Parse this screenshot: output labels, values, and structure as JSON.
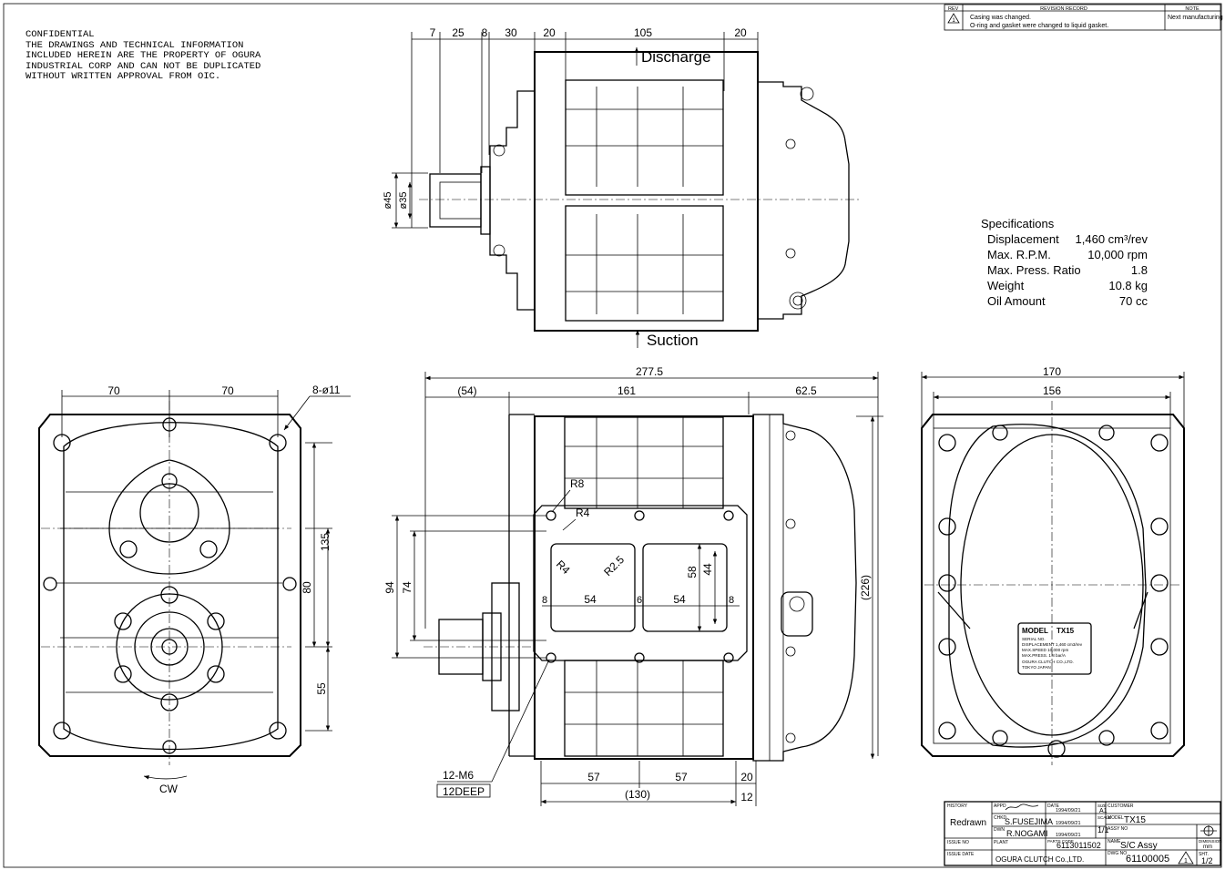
{
  "confidential": {
    "lines": [
      "CONFIDENTIAL",
      "THE DRAWINGS AND TECHNICAL INFORMATION",
      "INCLUDED HEREIN ARE THE PROPERTY OF OGURA",
      "INDUSTRIAL CORP AND CAN NOT BE DUPLICATED",
      "WITHOUT WRITTEN APPROVAL FROM OIC."
    ]
  },
  "revision": {
    "headers": {
      "rev": "REV",
      "record": "REVISION RECORD",
      "note": "NOTE"
    },
    "symbol": "1",
    "record_lines": [
      "Casing was changed.",
      "O-ring and gasket were changed to liquid gasket."
    ],
    "note": "Next manufacturing"
  },
  "top_view": {
    "dims": [
      "7",
      "25",
      "8",
      "30",
      "20",
      "105",
      "20"
    ],
    "dia45": "ø45",
    "dia35": "ø35",
    "discharge": "Discharge",
    "suction": "Suction"
  },
  "specs": {
    "title": "Specifications",
    "rows": [
      {
        "label": "Displacement",
        "value": "1,460 cm³/rev"
      },
      {
        "label": "Max. R.P.M.",
        "value": "10,000 rpm"
      },
      {
        "label": "Max. Press. Ratio",
        "value": "1.8"
      },
      {
        "label": "Weight",
        "value": "10.8 kg"
      },
      {
        "label": "Oil Amount",
        "value": "70 cc"
      }
    ]
  },
  "left_view": {
    "dim_left": "70",
    "dim_right": "70",
    "holes": "8-ø11",
    "v135": "135",
    "v80": "80",
    "v55": "55",
    "rotation": "CW"
  },
  "front_view": {
    "overall": "277.5",
    "d54": "(54)",
    "d161": "161",
    "d625": "62.5",
    "r8": "R8",
    "r4": "R4",
    "r4b": "R4",
    "r25": "R2.5",
    "v94": "94",
    "v74": "74",
    "v58": "58",
    "v44": "44",
    "v226": "(226)",
    "h8a": "8",
    "h54a": "54",
    "h6": "6",
    "h54b": "54",
    "h8b": "8",
    "b57a": "57",
    "b57b": "57",
    "b20": "20",
    "b130": "(130)",
    "b12": "12",
    "thread": "12-M6",
    "deep": "12DEEP"
  },
  "right_view": {
    "d170": "170",
    "d156": "156",
    "plate": {
      "model_label": "MODEL",
      "model": "TX15",
      "lines": [
        "SERIAL NO.",
        "DISPLACEMENT 1,460 cm3/rev",
        "MAX.SPEED 10,000 rpm",
        "MAX.PRESS. 1.8 bar/A"
      ],
      "maker": "OGURA CLUTCH CO.,LTD.",
      "city": "TOKYO JAPAN"
    }
  },
  "title_block": {
    "history": "HISTORY",
    "redrawn": "Redrawn",
    "appd": "APPD",
    "chkd": "CHKD",
    "dwn": "DWN",
    "date": "DATE",
    "checker": "S.FUSEJIMA",
    "drafter": "R.NOGAMI",
    "date1": "1994/09/21",
    "date2": "1994/09/21",
    "date3": "1994/09/21",
    "size_label": "SIZE",
    "size": "A1",
    "scale_label": "SCALE",
    "scale": "1/1",
    "customer_label": "CUSTOMER",
    "customer": "",
    "model_label": "MODEL",
    "model": "TX15",
    "assy_label": "ASSY NO",
    "assy": "",
    "issue_no": "ISSUE NO",
    "issue_date": "ISSUE DATE",
    "plant_label": "PLANT",
    "parts_code_label": "PARTS CODE",
    "parts_code": "6113011502",
    "company": "OGURA CLUTCH Co.,LTD.",
    "name_label": "NAME",
    "name": "S/C Assy",
    "dwg_label": "DWG NO",
    "dwg_no": "61100005",
    "dwg_rev": "1",
    "sht_label": "SHT.",
    "sheet": "1/2",
    "dimension_label": "DIMENSION",
    "unit": "mm"
  }
}
